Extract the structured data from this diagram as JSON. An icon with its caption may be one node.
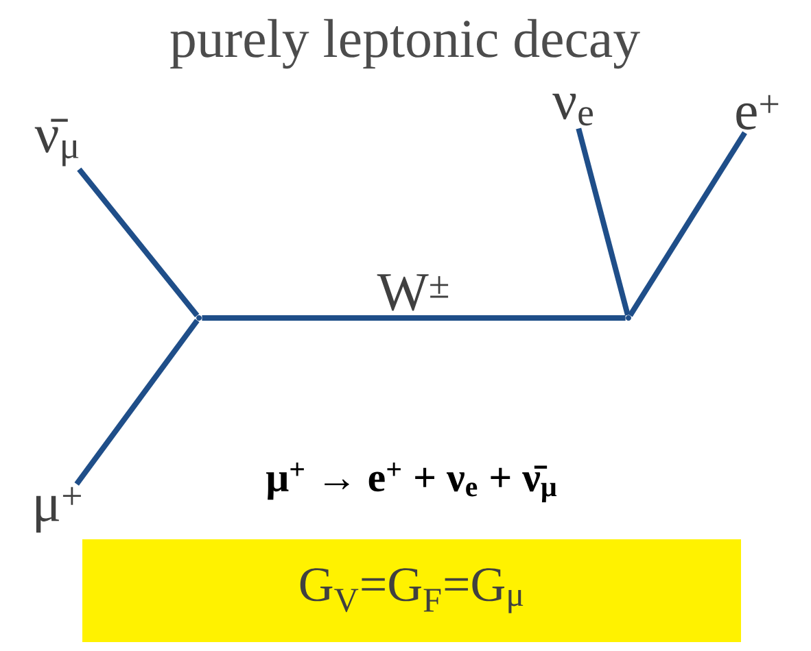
{
  "diagram": {
    "title": "purely leptonic decay",
    "nodes": [
      {
        "text": [
          "ν̄$_{μ}$"
        ]
      },
      {
        "text": [
          "μ$^{+}$"
        ]
      },
      {
        "text": [],
        "shape": "point"
      },
      {
        "text": [],
        "shape": "point"
      },
      {
        "text": [
          "ν$_{e}$"
        ]
      },
      {
        "text": [
          "e$^{+}$"
        ]
      },
      {
        "text": [
          "G$_{V}$=G$_{F}$=G$_{μ}$"
        ]
      }
    ],
    "edges": [
      {
        "from": 0,
        "to": 2,
        "arrow": "none"
      },
      {
        "from": 1,
        "to": 2,
        "arrow": "none"
      },
      {
        "from": 2,
        "to": 3,
        "arrow": "none",
        "label": "W$^{±}$"
      },
      {
        "from": 3,
        "to": 4,
        "arrow": "none"
      },
      {
        "from": 3,
        "to": 5,
        "arrow": "none"
      }
    ],
    "labels": [
      "μ$^{+}$ → e$^{+}$ + ν$_{e}$ + ν̄$_{μ}$"
    ]
  }
}
